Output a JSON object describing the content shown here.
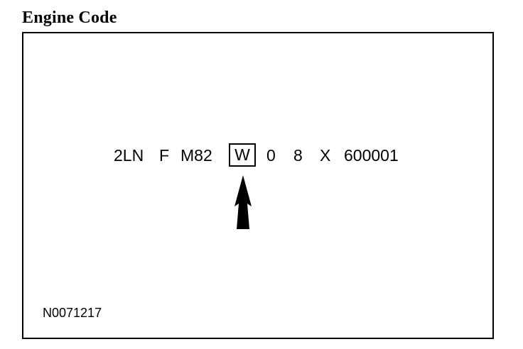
{
  "title": "Engine Code",
  "engine_code": {
    "parts": [
      "2LN",
      "F",
      "M82",
      "W",
      "0",
      "8",
      "X",
      "600001"
    ],
    "highlighted_index": 3
  },
  "reference_number": "N0071217",
  "icons": {
    "pointer": "arrow-up-icon"
  }
}
